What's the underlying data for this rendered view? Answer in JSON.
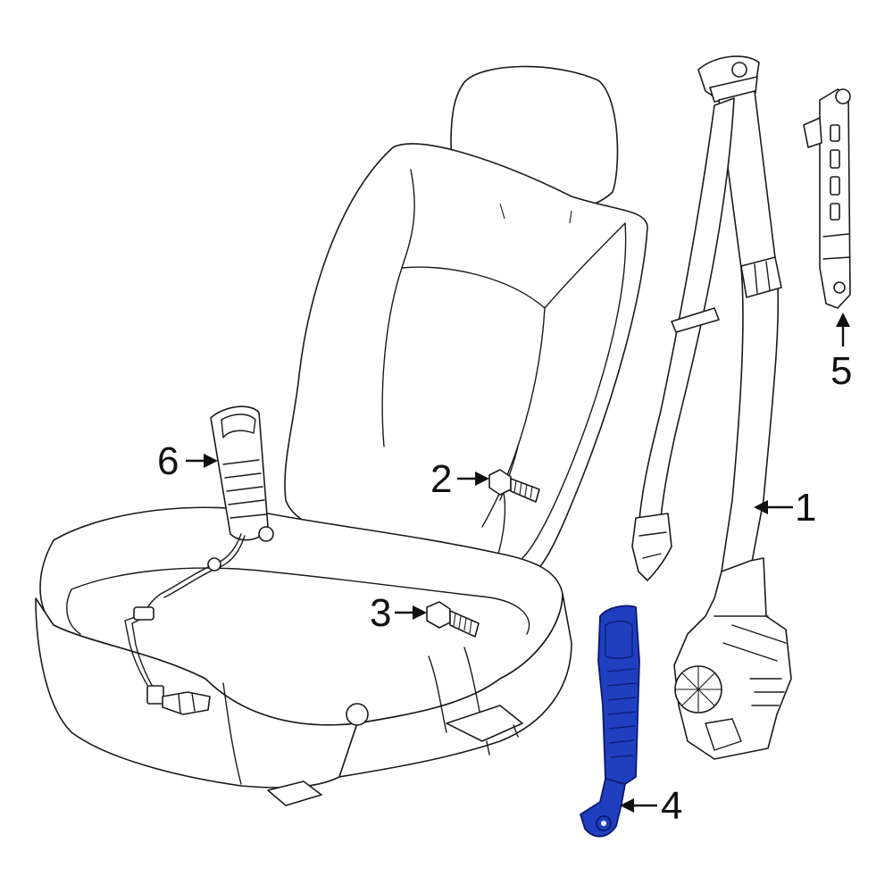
{
  "diagram": {
    "highlight_color": "#1f3fbf",
    "line_color": "#1a1a1a",
    "callouts": [
      {
        "id": "1",
        "label": "1",
        "part": "retractor-belt-assembly"
      },
      {
        "id": "2",
        "label": "2",
        "part": "bolt"
      },
      {
        "id": "3",
        "label": "3",
        "part": "bolt"
      },
      {
        "id": "4",
        "label": "4",
        "part": "buckle-end-highlighted"
      },
      {
        "id": "5",
        "label": "5",
        "part": "height-adjuster"
      },
      {
        "id": "6",
        "label": "6",
        "part": "buckle-end"
      }
    ]
  }
}
